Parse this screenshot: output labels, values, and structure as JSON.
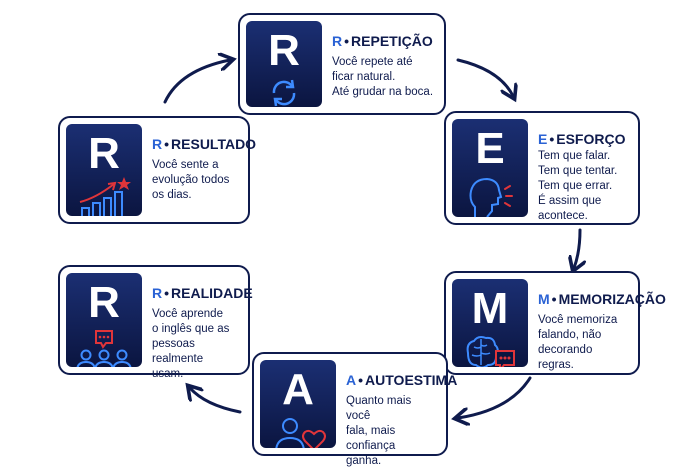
{
  "cards": [
    {
      "id": "repeticao",
      "letter": "R",
      "title_letter": "R",
      "title_word": "REPETIÇÃO",
      "lines": [
        "Você repete até",
        "ficar natural.",
        "Até grudar na boca."
      ],
      "icon": "refresh-icon"
    },
    {
      "id": "esforco",
      "letter": "E",
      "title_letter": "E",
      "title_word": "ESFORÇO",
      "lines": [
        "Tem que falar.",
        "Tem que tentar.",
        "Tem que errar.",
        "É assim que",
        "acontece."
      ],
      "icon": "speaking-head-icon"
    },
    {
      "id": "memorizacao",
      "letter": "M",
      "title_letter": "M",
      "title_word": "MEMORIZAÇÃO",
      "lines": [
        "Você memoriza",
        "falando, não",
        "decorando regras."
      ],
      "icon": "brain-chat-icon"
    },
    {
      "id": "autoestima",
      "letter": "A",
      "title_letter": "A",
      "title_word": "AUTOESTIMA",
      "lines": [
        "Quanto mais você",
        "fala, mais confiança",
        "ganha."
      ],
      "icon": "person-heart-icon"
    },
    {
      "id": "realidade",
      "letter": "R",
      "title_letter": "R",
      "title_word": "REALIDADE",
      "lines": [
        "Você aprende",
        "o inglês que as",
        "pessoas realmente",
        "usam."
      ],
      "icon": "people-chat-icon"
    },
    {
      "id": "resultado",
      "letter": "R",
      "title_letter": "R",
      "title_word": "RESULTADO",
      "lines": [
        "Você sente a",
        "evolução todos",
        "os dias."
      ],
      "icon": "growth-chart-icon"
    }
  ],
  "colors": {
    "navy": "#0f1b4d",
    "accent": "#2a62d4",
    "red": "#e0353a"
  },
  "separator": "•"
}
